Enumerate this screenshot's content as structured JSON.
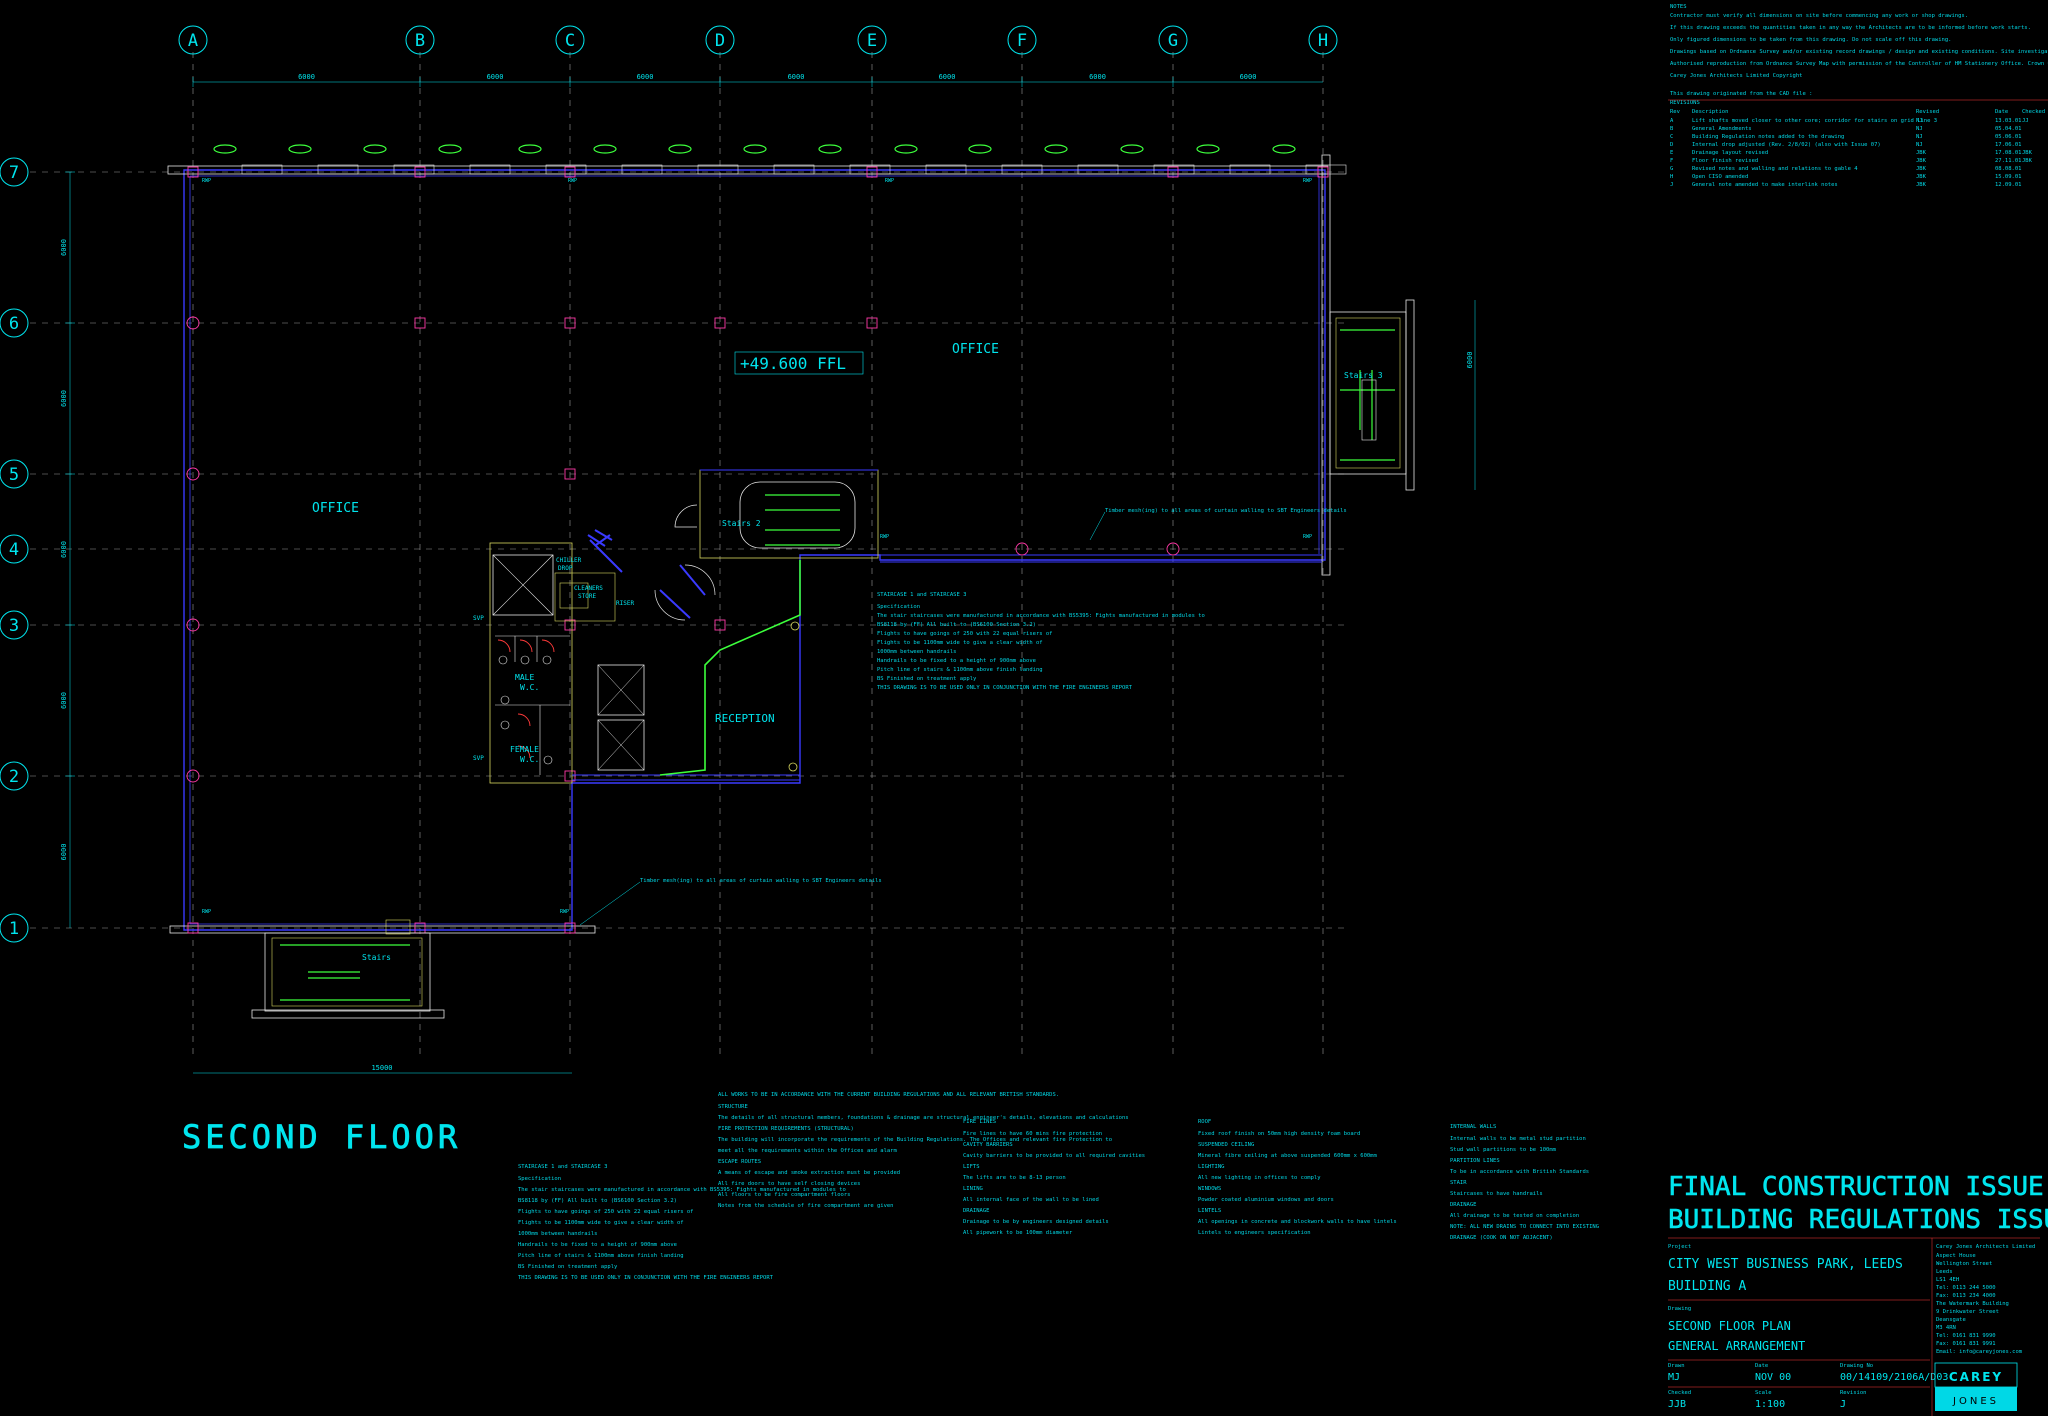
{
  "gridlines": {
    "columns": [
      "A",
      "B",
      "C",
      "D",
      "E",
      "F",
      "G",
      "H"
    ],
    "rows": [
      "7",
      "6",
      "5",
      "4",
      "3",
      "2",
      "1"
    ],
    "col_dimensions": [
      "6000",
      "6000",
      "6000",
      "6000",
      "6000",
      "6000",
      "6000"
    ],
    "row_dimensions": [
      "6000",
      "6000",
      "6000",
      "6000",
      "6000"
    ],
    "bottom_dimension": "15000"
  },
  "rooms": {
    "office_left": "OFFICE",
    "office_right": "OFFICE",
    "ffl": "+49.600 FFL",
    "reception": "RECEPTION",
    "stairs_2": "Stairs 2",
    "stairs_3": "Stairs 3",
    "stairs_1": "Stairs",
    "wc_male": "MALE\nW.C.",
    "wc_female": "FEMALE\nW.C.",
    "chill_drop": "CHILLER\nDROP",
    "cleaners_store": "CLEANERS\nSTORE",
    "riser": "RISER"
  },
  "labels": {
    "title": "SECOND FLOOR",
    "rwp": "RWP",
    "svp": "SVP"
  },
  "annotations": {
    "curtain_wall_note": "Timber mesh(ing) to all areas of curtain walling to SBT Engineers details",
    "curtain_wall_note_2": "Timber mesh(ing) to all areas of curtain walling to SBT Engineers details"
  },
  "notes_block": {
    "heading": "NOTES",
    "lines": [
      "Contractor must verify all dimensions on site before commencing any work or shop drawings.",
      "If this drawing exceeds the quantities taken in any way the Architects are to be informed before work starts.",
      "Only figured dimensions to be taken from this drawing. Do not scale off this drawing.",
      "Drawings based on Ordnance Survey and/or existing record drawings / design and existing conditions. Site investigation. Planning and Statutory Requirements and Approvals.",
      "Authorised reproduction from Ordnance Survey Map with permission of the Controller of HM Stationery Office. Crown Copyright reserved.",
      "Carey Jones Architects Limited Copyright"
    ],
    "cad_note": "This drawing originated from the CAD file :",
    "revisions_heading": "REVISIONS",
    "rev_cols": [
      "Rev",
      "Description",
      "Revised",
      "Date",
      "Checked"
    ],
    "revisions": [
      [
        "A",
        "Lift shafts moved closer to other core; corridor for stairs on grid line 3",
        "NJ",
        "13.03.01",
        "JJ"
      ],
      [
        "B",
        "General Amendments",
        "NJ",
        "05.04.01",
        ""
      ],
      [
        "C",
        "Building Regulation notes added to the drawing",
        "NJ",
        "05.06.01",
        ""
      ],
      [
        "D",
        "Internal drop adjusted (Rev. 2/8/02) (also with Issue 07)",
        "NJ",
        "17.06.01",
        ""
      ],
      [
        "E",
        "Drainage layout revised",
        "JBK",
        "17.08.01",
        "JBK"
      ],
      [
        "F",
        "Floor finish revised",
        "JBK",
        "27.11.01",
        "JBK"
      ],
      [
        "G",
        "Revised notes and walling and relations to gable 4",
        "JBK",
        "08.08.01",
        ""
      ],
      [
        "H",
        "Open CISO amended",
        "JBK",
        "15.09.01",
        ""
      ],
      [
        "J",
        "General note amended to make interlink notes",
        "JBK",
        "12.09.01",
        ""
      ]
    ]
  },
  "spec_columns": [
    {
      "heading": "STAIRCASE 1 and STAIRCASE 3",
      "lines": [
        "Specification",
        "The stair staircases were manufactured in accordance with BS5395: Fights manufactured in modules to",
        "BS8118 by (FF) All built to (BS6100 Section 3.2)",
        "Flights to have goings of 250 with 22 equal risers of",
        "Flights to be 1100mm wide to give a clear width of",
        "1000mm between handrails",
        "Handrails to be fixed to a height of 900mm above",
        "Pitch line of stairs & 1100mm above finish landing",
        "BS Finished on treatment apply",
        "THIS DRAWING IS TO BE USED ONLY IN CONJUNCTION WITH THE FIRE ENGINEERS REPORT"
      ]
    },
    {
      "heading": "ALL WORKS TO BE IN ACCORDANCE WITH THE CURRENT BUILDING REGULATIONS AND ALL RELEVANT BRITISH STANDARDS.",
      "lines": [
        "STRUCTURE",
        "The details of all structural members, foundations & drainage are structural engineer's details, elevations and calculations",
        "FIRE PROTECTION REQUIREMENTS (STRUCTURAL)",
        "The building will incorporate the requirements of the Building Regulations. The Offices and relevant fire Protection to",
        "meet all the requirements within the Offices and alarm",
        "ESCAPE ROUTES",
        "A means of escape and smoke extraction must be provided",
        "All fire doors to have self closing devices",
        "All floors to be fire compartment floors",
        "Notes from the schedule of fire compartment are given"
      ]
    },
    {
      "heading": "FIRE LINES",
      "lines": [
        "Fire lines to have 60 mins fire protection",
        "CAVITY BARRIERS",
        "Cavity barriers to be provided to all required cavities",
        "LIFTS",
        "The lifts are to be 8-13 person",
        "LINING",
        "All internal face of the wall to be lined",
        "DRAINAGE",
        "Drainage to be by engineers designed details",
        "All pipework to be 100mm diameter"
      ]
    },
    {
      "heading": "ROOF",
      "lines": [
        "Fixed roof finish on 50mm high density foam board",
        "SUSPENDED CEILING",
        "Mineral fibre ceiling at above suspended 600mm x 600mm",
        "LIGHTING",
        "All new lighting in offices to comply",
        "WINDOWS",
        "Powder coated aluminium windows and doors",
        "LINTELS",
        "All openings in concrete and blockwork walls to have lintels",
        "Lintels to engineers specification"
      ]
    },
    {
      "heading": "INTERNAL WALLS",
      "lines": [
        "Internal walls to be metal stud partition",
        "Stud wall partitions to be 100mm",
        "PARTITION LINES",
        "To be in accordance with British Standards",
        "STAIR",
        "Staircases to have handrails",
        "DRAINAGE",
        "All drainage to be tested on completion",
        "NOTE: ALL NEW DRAINS TO CONNECT INTO EXISTING",
        "DRAINAGE (COOK ON NOT ADJACENT)"
      ]
    }
  ],
  "title_block": {
    "issue_line_1": "FINAL CONSTRUCTION ISSUE",
    "issue_line_2": "BUILDING REGULATIONS ISSUE",
    "project_label": "Project",
    "project_1": "CITY WEST BUSINESS PARK, LEEDS",
    "project_2": "BUILDING A",
    "drawing_label": "Drawing",
    "drawing_1": "SECOND FLOOR PLAN",
    "drawing_2": "GENERAL ARRANGEMENT",
    "drawn_label": "Drawn",
    "drawn": "MJ",
    "date_label": "Date",
    "date": "NOV 00",
    "drawing_no_label": "Drawing No",
    "drawing_no": "00/14109/2106A/D03",
    "checked_label": "Checked",
    "checked": "JJB",
    "scale_label": "Scale",
    "scale": "1:100",
    "revision_label": "Revision",
    "revision": "J",
    "firm_name": "Carey Jones Architects Limited",
    "firm_address": [
      "Aspect House",
      "Wellington Street",
      "Leeds",
      "LS1 4EH",
      "Tel: 0113 244 5000",
      "Fax: 0113 234 4000",
      "The Watermark Building",
      "9 Drinkwater Street",
      "Deansgate",
      "M3 4RN",
      "Tel: 0161 831 9990",
      "Fax: 0161 831 9991",
      "Email: info@careyjones.com"
    ],
    "logo_top": "CAREY",
    "logo_bottom": "JONES"
  }
}
